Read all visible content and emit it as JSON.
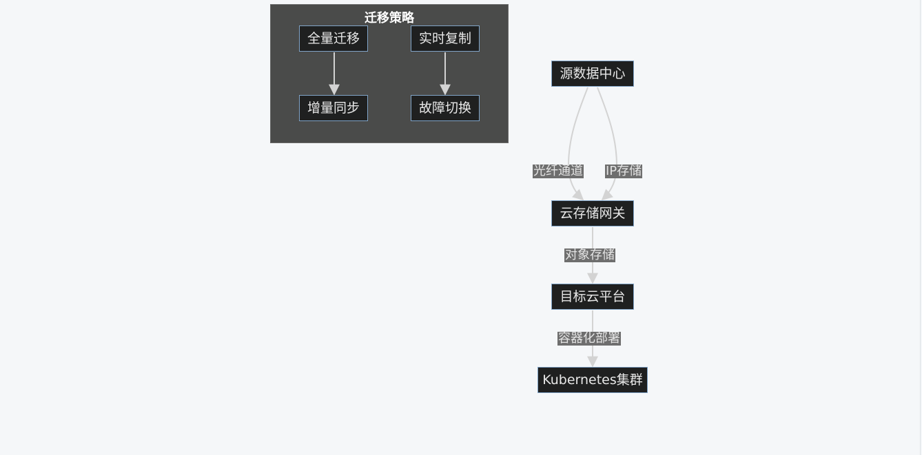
{
  "cluster": {
    "title": "迁移策略",
    "nodes": {
      "full_migration": "全量迁移",
      "realtime_copy": "实时复制",
      "incremental_sync": "增量同步",
      "failover": "故障切换"
    }
  },
  "main": {
    "nodes": {
      "source_dc": "源数据中心",
      "cloud_gateway": "云存储网关",
      "target_platform": "目标云平台",
      "k8s_cluster": "Kubernetes集群"
    },
    "edge_labels": {
      "fibre_channel": "光纤通道",
      "ip_storage": "IP存储",
      "object_storage": "对象存储",
      "containerized": "容器化部署"
    }
  },
  "colors": {
    "background": "#f5f7f9",
    "cluster_fill": "#4a4b4a",
    "node_fill": "#1f2020",
    "node_border": "#81a5c9",
    "edge": "#d3d3d3",
    "label_bg": "#6e6e6e"
  }
}
